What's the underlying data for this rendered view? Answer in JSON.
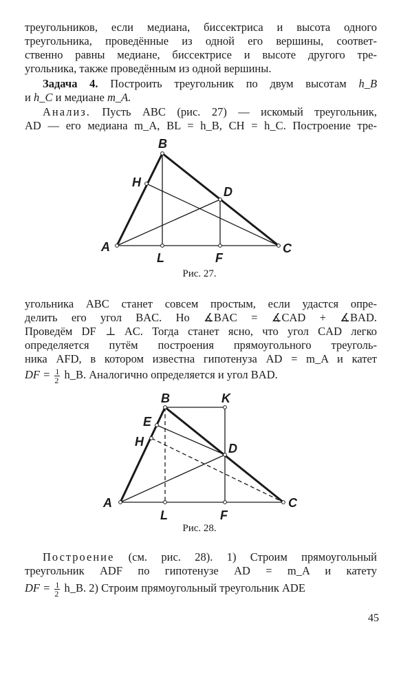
{
  "text": {
    "p1_l1": "треугольников, если медиана, биссектриса и высота одного",
    "p1_l2": "треугольника, проведённые из одной его вершины, соответ-",
    "p1_l3": "ственно равны медиане, биссектрисе и высоте другого тре-",
    "p1_l4": "угольника, также проведённым из одной вершины.",
    "task_label": "Задача 4.",
    "task_l1": "Построить треугольник по двум высотам",
    "task_hb": "h_B",
    "task_l2_and": "и",
    "task_hc": "h_C",
    "task_l2_rest": "и медиане",
    "task_ma": "m_A.",
    "analysis_label": "Анализ.",
    "an_l1": "Пусть ABC (рис. 27) — искомый треугольник,",
    "an_l2": "AD — его медиана m_A, BL = h_B, CH = h_C. Построение тре-",
    "cap27": "Рис. 27.",
    "p2_l1": "угольника ABC станет совсем простым, если удастся опре-",
    "p2_l2": "делить его угол BAC. Но ∡BAC = ∡CAD + ∡BAD.",
    "p2_l3": "Проведём DF ⊥ AC. Тогда станет ясно, что угол CAD легко",
    "p2_l4": "определяется путём построения прямоугольного треуголь-",
    "p2_l5": "ника AFD, в котором известна гипотенуза AD = m_A и катет",
    "p2_l6a": "DF =",
    "frac_num": "1",
    "frac_den": "2",
    "p2_l6b": "h_B. Аналогично определяется и угол BAD.",
    "cap28": "Рис. 28.",
    "constr_label": "Построение",
    "p3_l1": "(см. рис. 28). 1) Строим прямоугольный",
    "p3_l2": "треугольник ADF по гипотенузе AD = m_A и катету",
    "p3_l3a": "DF =",
    "p3_l3b": "h_B. 2) Строим прямоугольный треугольник ADE",
    "page_number": "45"
  },
  "fig27": {
    "labels": {
      "A": "A",
      "B": "B",
      "C": "C",
      "D": "D",
      "H": "H",
      "L": "L",
      "F": "F"
    }
  },
  "fig28": {
    "labels": {
      "A": "A",
      "B": "B",
      "C": "C",
      "D": "D",
      "E": "E",
      "H": "H",
      "K": "K",
      "L": "L",
      "F": "F"
    }
  }
}
